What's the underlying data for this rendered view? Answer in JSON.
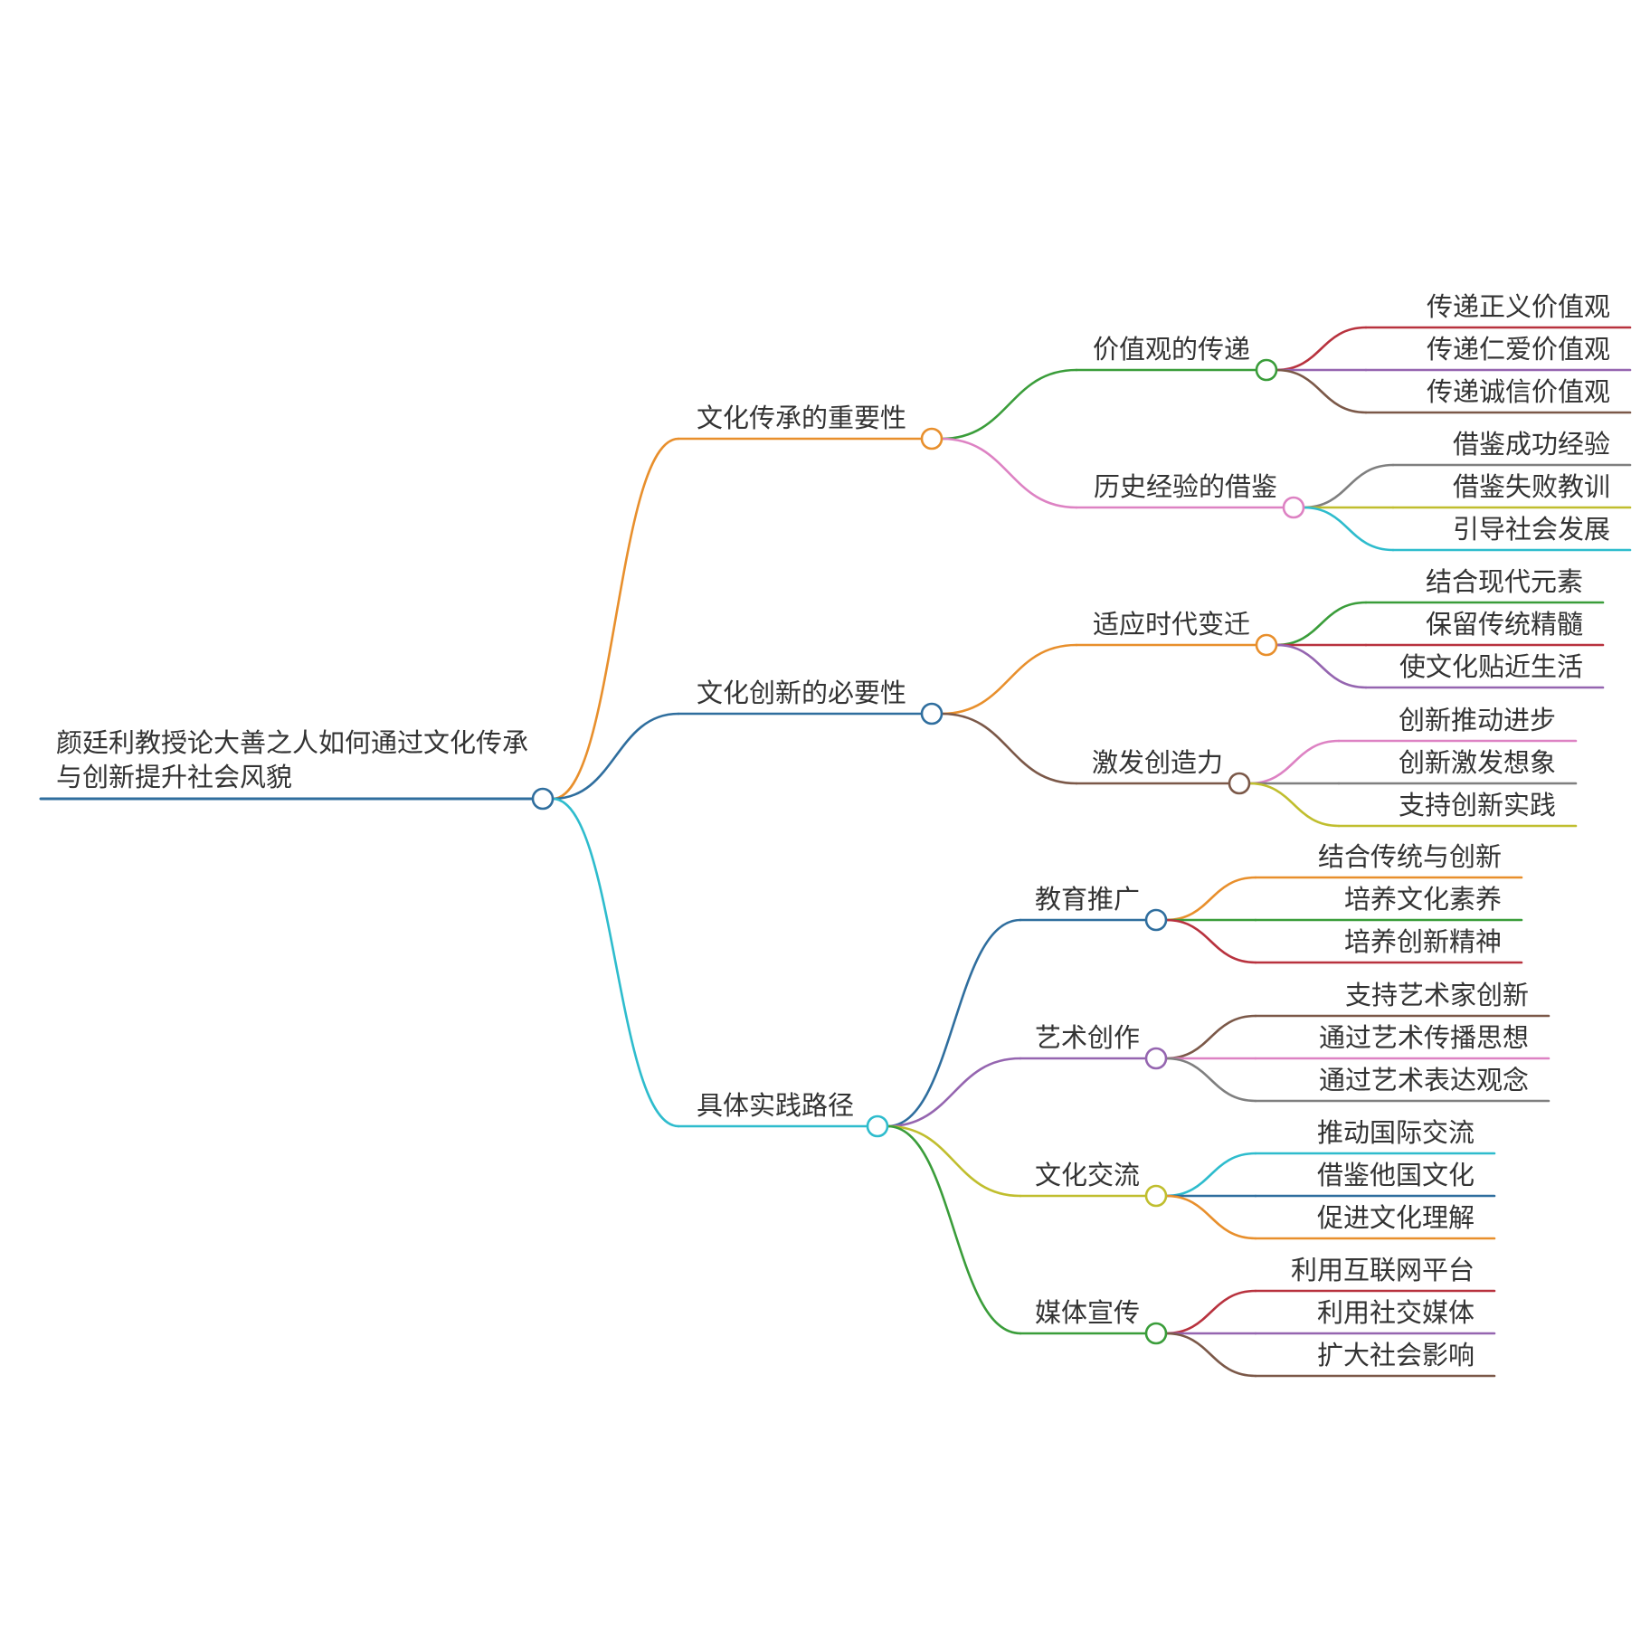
{
  "root": {
    "label": "颜廷利教授论大善之人如何通过文化传承与创新提升社会风貌",
    "color": "#2f6e9e"
  },
  "branches": [
    {
      "label": "文化传承的重要性",
      "color": "#e88f2c",
      "children": [
        {
          "label": "价值观的传递",
          "color": "#3a9d3a",
          "leaves": [
            {
              "label": "传递正义价值观",
              "color": "#b8323e"
            },
            {
              "label": "传递仁爱价值观",
              "color": "#9565b0"
            },
            {
              "label": "传递诚信价值观",
              "color": "#7b5848"
            }
          ]
        },
        {
          "label": "历史经验的借鉴",
          "color": "#dd82c3",
          "leaves": [
            {
              "label": "借鉴成功经验",
              "color": "#7f7f7f"
            },
            {
              "label": "借鉴失败教训",
              "color": "#c0be2e"
            },
            {
              "label": "引导社会发展",
              "color": "#2ebccd"
            }
          ]
        }
      ]
    },
    {
      "label": "文化创新的必要性",
      "color": "#2f6e9e",
      "children": [
        {
          "label": "适应时代变迁",
          "color": "#e88f2c",
          "leaves": [
            {
              "label": "结合现代元素",
              "color": "#3a9d3a"
            },
            {
              "label": "保留传统精髓",
              "color": "#b8323e"
            },
            {
              "label": "使文化贴近生活",
              "color": "#9565b0"
            }
          ]
        },
        {
          "label": "激发创造力",
          "color": "#7b5848",
          "leaves": [
            {
              "label": "创新推动进步",
              "color": "#dd82c3"
            },
            {
              "label": "创新激发想象",
              "color": "#7f7f7f"
            },
            {
              "label": "支持创新实践",
              "color": "#c0be2e"
            }
          ]
        }
      ]
    },
    {
      "label": "具体实践路径",
      "color": "#2ebccd",
      "children": [
        {
          "label": "教育推广",
          "color": "#2f6e9e",
          "leaves": [
            {
              "label": "结合传统与创新",
              "color": "#e88f2c"
            },
            {
              "label": "培养文化素养",
              "color": "#3a9d3a"
            },
            {
              "label": "培养创新精神",
              "color": "#b8323e"
            }
          ]
        },
        {
          "label": "艺术创作",
          "color": "#9565b0",
          "leaves": [
            {
              "label": "支持艺术家创新",
              "color": "#7b5848"
            },
            {
              "label": "通过艺术传播思想",
              "color": "#dd82c3"
            },
            {
              "label": "通过艺术表达观念",
              "color": "#7f7f7f"
            }
          ]
        },
        {
          "label": "文化交流",
          "color": "#c0be2e",
          "leaves": [
            {
              "label": "推动国际交流",
              "color": "#2ebccd"
            },
            {
              "label": "借鉴他国文化",
              "color": "#2f6e9e"
            },
            {
              "label": "促进文化理解",
              "color": "#e88f2c"
            }
          ]
        },
        {
          "label": "媒体宣传",
          "color": "#3a9d3a",
          "leaves": [
            {
              "label": "利用互联网平台",
              "color": "#b8323e"
            },
            {
              "label": "利用社交媒体",
              "color": "#9565b0"
            },
            {
              "label": "扩大社会影响",
              "color": "#7b5848"
            }
          ]
        }
      ]
    }
  ]
}
